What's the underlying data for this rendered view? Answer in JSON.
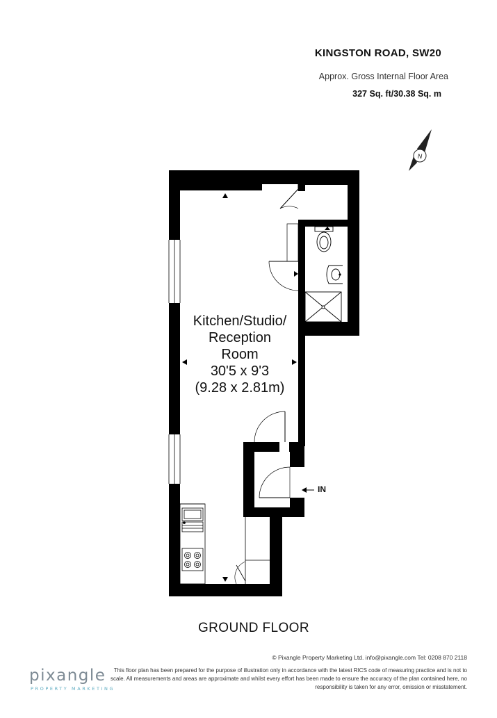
{
  "header": {
    "title": "KINGSTON ROAD, SW20",
    "subtitle": "Approx. Gross Internal Floor Area",
    "area": "327 Sq. ft/30.38 Sq. m"
  },
  "compass": {
    "letter": "N"
  },
  "rooms": [
    {
      "name_line1": "Kitchen/Studio/",
      "name_line2": "Reception",
      "name_line3": "Room",
      "dims_imperial": "30'5 x 9'3",
      "dims_metric": "(9.28 x 2.81m)"
    }
  ],
  "entrance_label": "IN",
  "floor_label": "GROUND FLOOR",
  "footer": {
    "contact": "© Pixangle Property Marketing Ltd. info@pixangle.com Tel: 0208 870 2118",
    "disclaimer": "This floor plan has been prepared for the purpose of illustration only in accordance with the latest RICS code of measuring practice and is not to scale. All measurements and areas are approximate and whilst every effort has been made to ensure the accuracy of the plan contained here, no responsibility is taken for any error, omission or misstatement."
  },
  "logo": {
    "wordmark": "pixangle",
    "tagline": "PROPERTY MARKETING"
  }
}
